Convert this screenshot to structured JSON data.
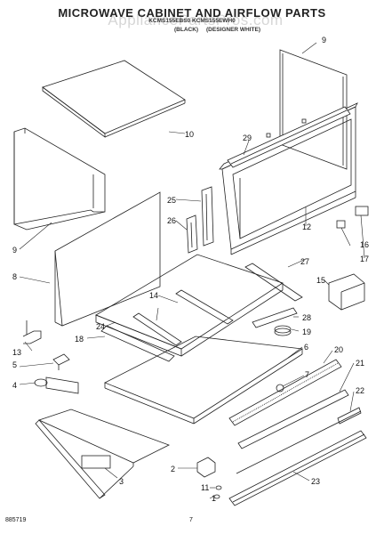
{
  "header": {
    "title": "MICROWAVE CABINET AND AIRFLOW PARTS",
    "model_line": "KCMS155EBS0 KCMS155EWH0",
    "variant_black": "(BLACK)",
    "variant_white": "(DESIGNER WHITE)",
    "watermark": "AppliancePartsPros.com"
  },
  "callouts": [
    "1",
    "2",
    "3",
    "4",
    "5",
    "6",
    "7",
    "8",
    "9",
    "9",
    "10",
    "11",
    "12",
    "13",
    "14",
    "15",
    "16",
    "17",
    "18",
    "19",
    "20",
    "21",
    "22",
    "23",
    "24",
    "25",
    "26",
    "27",
    "28",
    "29"
  ],
  "footer": {
    "doc_number": "885719",
    "page_number": "7"
  }
}
